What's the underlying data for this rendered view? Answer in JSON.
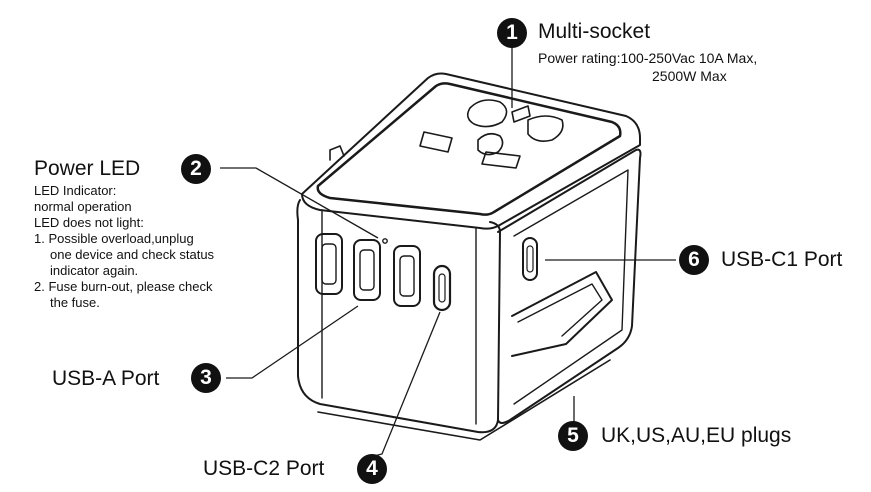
{
  "callouts": {
    "multi_socket": {
      "number": "1",
      "title": "Multi-socket",
      "spec_label": "Power rating:",
      "spec_line1": "100-250Vac 10A Max,",
      "spec_line2": "2500W Max"
    },
    "power_led": {
      "number": "2",
      "title": "Power LED",
      "lines": [
        "LED Indicator:",
        "normal operation",
        "LED does not light:",
        "1. Possible overload,unplug",
        "one device and check status",
        "indicator again.",
        "2. Fuse burn-out, please check",
        "the fuse."
      ]
    },
    "usb_a": {
      "number": "3",
      "title": "USB-A Port"
    },
    "usb_c2": {
      "number": "4",
      "title": "USB-C2 Port"
    },
    "plugs": {
      "number": "5",
      "title": "UK,US,AU,EU plugs"
    },
    "usb_c1": {
      "number": "6",
      "title": "USB-C1 Port"
    }
  }
}
